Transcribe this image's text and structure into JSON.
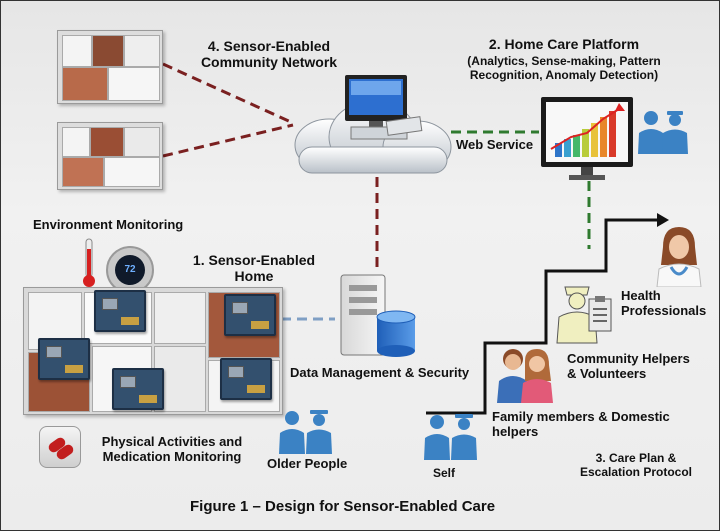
{
  "labels": {
    "community_network": [
      "4. Sensor-Enabled",
      "Community Network"
    ],
    "home_care_platform_title": "2. Home Care Platform",
    "home_care_platform_detail": [
      "(Analytics, Sense-making, Pattern",
      "Recognition, Anomaly Detection)"
    ],
    "web_service": "Web Service",
    "environment_monitoring": "Environment Monitoring",
    "thermostat_reading": "72",
    "sensor_enabled_home": [
      "1. Sensor-Enabled",
      "Home"
    ],
    "data_management": "Data Management & Security",
    "physical_activities": [
      "Physical Activities and",
      "Medication Monitoring"
    ],
    "older_people": "Older People",
    "health_professionals": [
      "Health",
      "Professionals"
    ],
    "community_helpers": [
      "Community Helpers",
      "& Volunteers"
    ],
    "family_members": [
      "Family members & Domestic",
      "helpers"
    ],
    "self": "Self",
    "care_plan": [
      "3. Care Plan &",
      "Escalation Protocol"
    ],
    "figure_caption": "Figure 1 – Design for Sensor-Enabled Care"
  },
  "icons": [
    "floorplan-image",
    "cloud-computer-icon",
    "analytics-monitor-icon",
    "people-icon",
    "thermometer-icon",
    "thermostat-icon",
    "server-database-icon",
    "pills-icon",
    "doctor-icon",
    "nurse-icon",
    "family-icon",
    "staircase-arrow"
  ],
  "colors": {
    "dashed_red": "#7a2020",
    "dashed_green": "#2f7a2f",
    "dashed_blue": "#7f9fc4",
    "people_blue": "#3b82c4",
    "bars": [
      "#2e75c9",
      "#3aa0d0",
      "#45b86a",
      "#b8cc3a",
      "#e8c23a",
      "#e8872a",
      "#d93a2a"
    ]
  }
}
